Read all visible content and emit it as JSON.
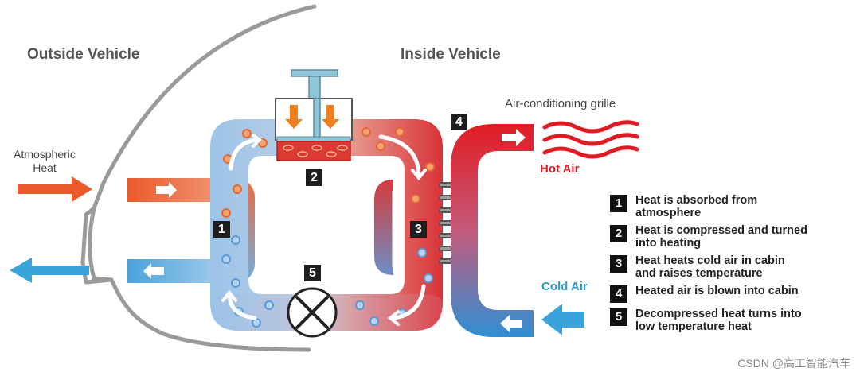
{
  "headings": {
    "outside": "Outside Vehicle",
    "inside": "Inside Vehicle"
  },
  "labels": {
    "atmospheric_heat_line1": "Atmospheric",
    "atmospheric_heat_line2": "Heat",
    "grille": "Air-conditioning grille",
    "hot_air": "Hot Air",
    "cold_air": "Cold Air"
  },
  "markers": {
    "m1": "1",
    "m2": "2",
    "m3": "3",
    "m4": "4",
    "m5": "5"
  },
  "legend": [
    {
      "num": "1",
      "line1": "Heat is absorbed from",
      "line2": "atmosphere"
    },
    {
      "num": "2",
      "line1": "Heat is compressed and turned",
      "line2": "into heating"
    },
    {
      "num": "3",
      "line1": "Heat heats cold air in cabin",
      "line2": "and raises temperature"
    },
    {
      "num": "4",
      "line1": "Heated air is blown into cabin",
      "line2": ""
    },
    {
      "num": "5",
      "line1": "Decompressed heat turns into",
      "line2": "low temperature heat"
    }
  ],
  "watermark": "CSDN @高工智能汽车",
  "colors": {
    "hot": "#e01a22",
    "cold": "#2a9ad6",
    "warm_orange": "#f0602a",
    "pipe_blue": "#9ec3e6"
  }
}
